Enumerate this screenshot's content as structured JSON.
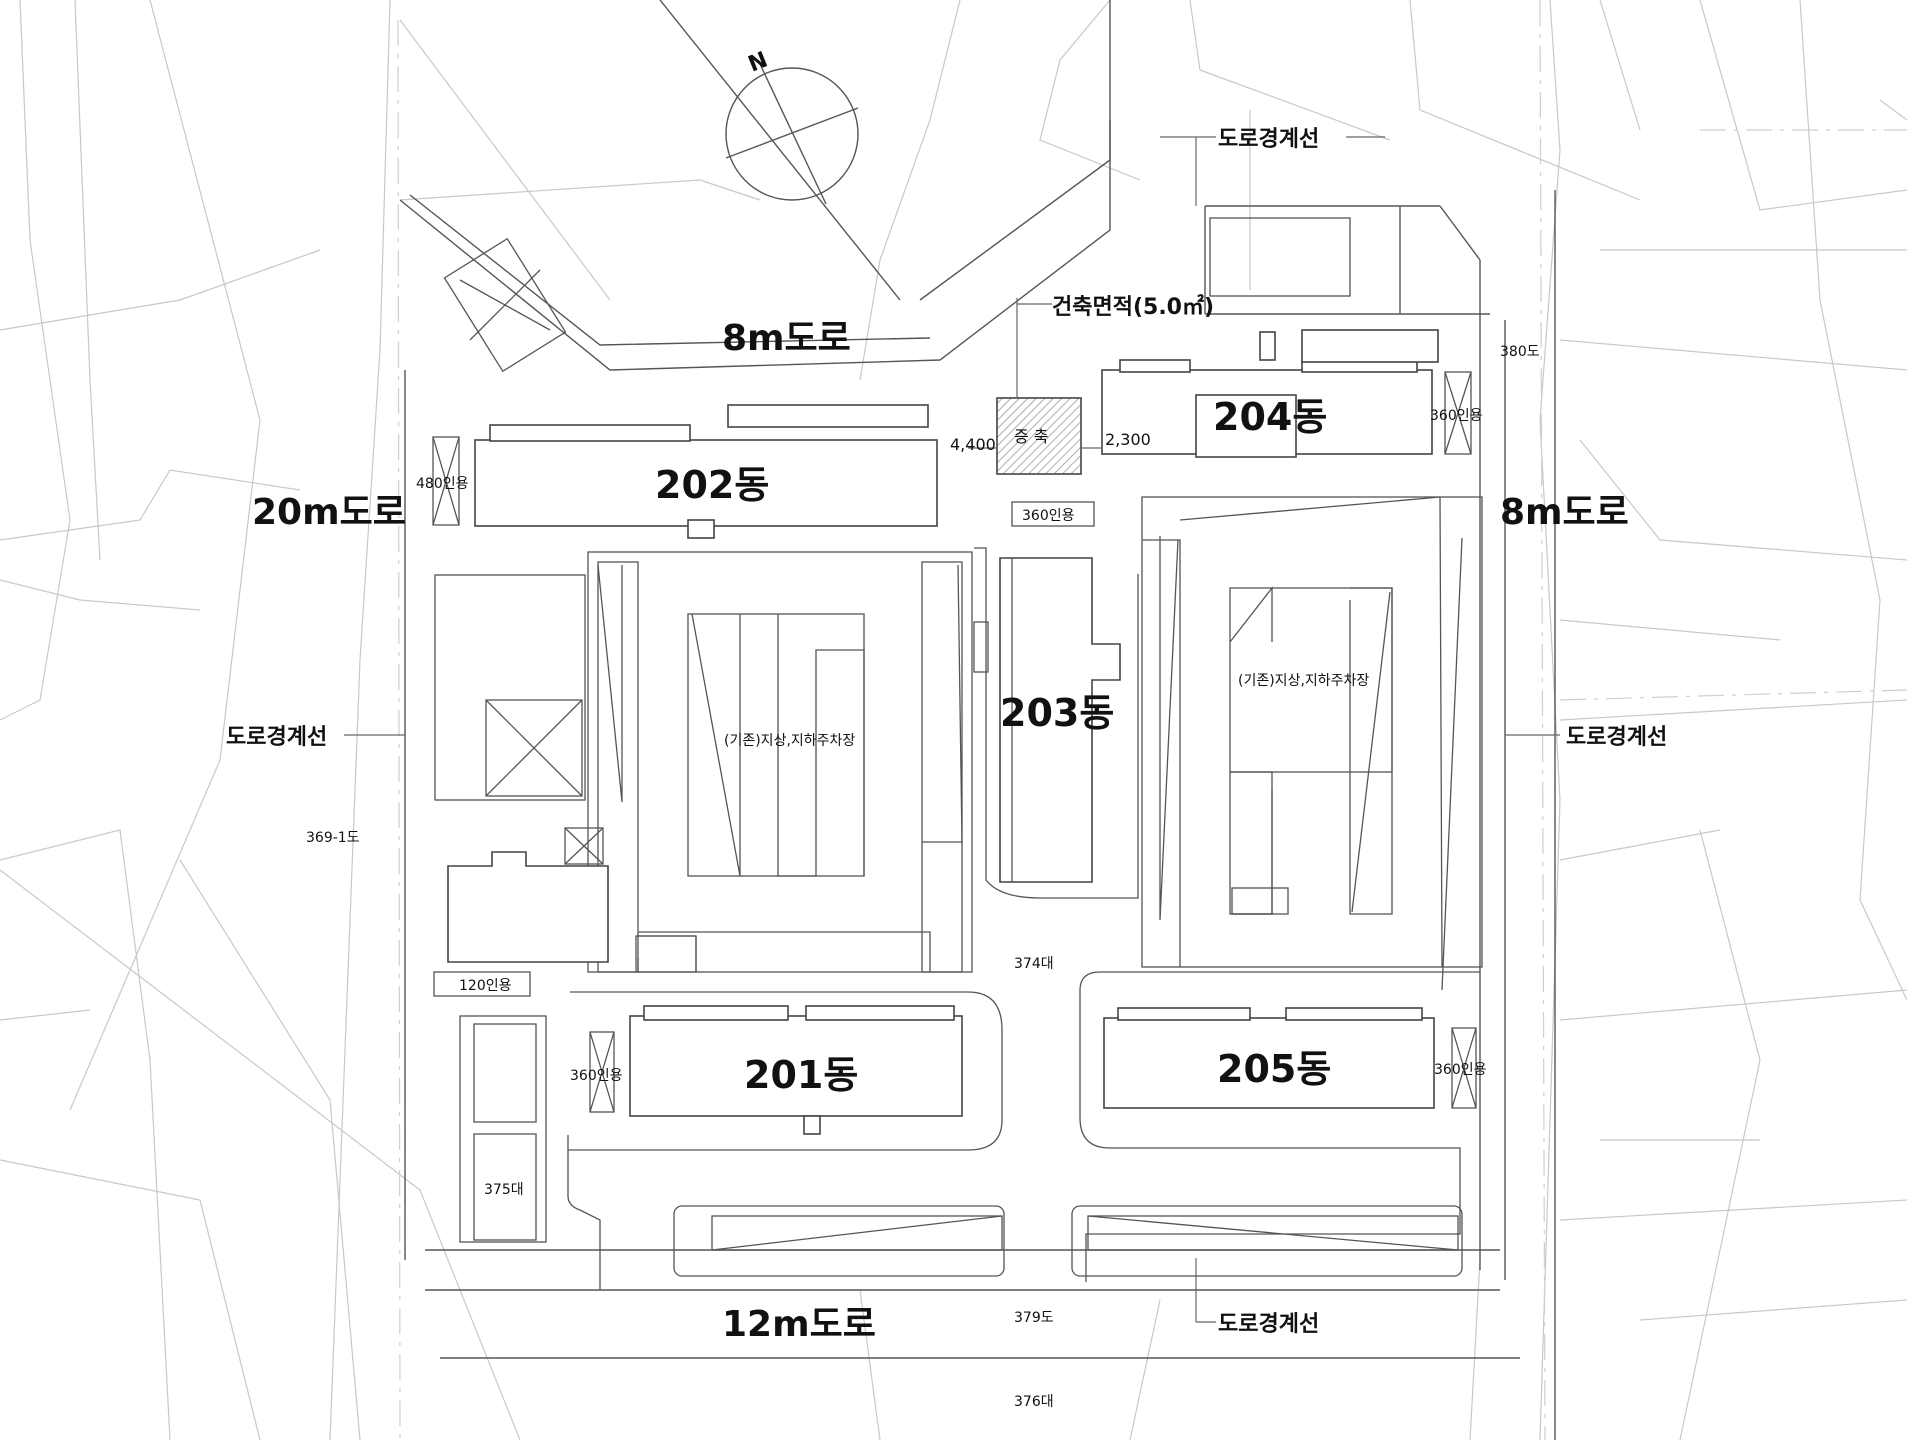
{
  "colors": {
    "line": "#444444",
    "background": "#ffffff",
    "hatch": "#888888"
  },
  "icons": {
    "north_arrow": "north-arrow-icon"
  },
  "north_label": "N",
  "buildings": {
    "b201": "201동",
    "b202": "202동",
    "b203": "203동",
    "b204": "204동",
    "b205": "205동"
  },
  "roads": {
    "north": "8m도로",
    "east": "8m도로",
    "west": "20m도로",
    "south": "12m도로"
  },
  "boundary_label": "도로경계선",
  "extension": {
    "label": "증 축",
    "area_label": "건축면적(5.0㎡)",
    "dim_left": "4,400",
    "dim_right": "2,300"
  },
  "parking": {
    "existing_left": "(기존)지상,지하주차장",
    "existing_right": "(기존)지상,지하주차장"
  },
  "bike_racks": {
    "r480": "480인용",
    "r360_top": "360인용",
    "r360_204": "360인용",
    "r360_201": "360인용",
    "r360_205": "360인용",
    "r120": "120인용"
  },
  "lots": {
    "l380": "380도",
    "l369": "369-1도",
    "l374": "374대",
    "l375": "375대",
    "l379": "379도",
    "l376": "376대"
  }
}
